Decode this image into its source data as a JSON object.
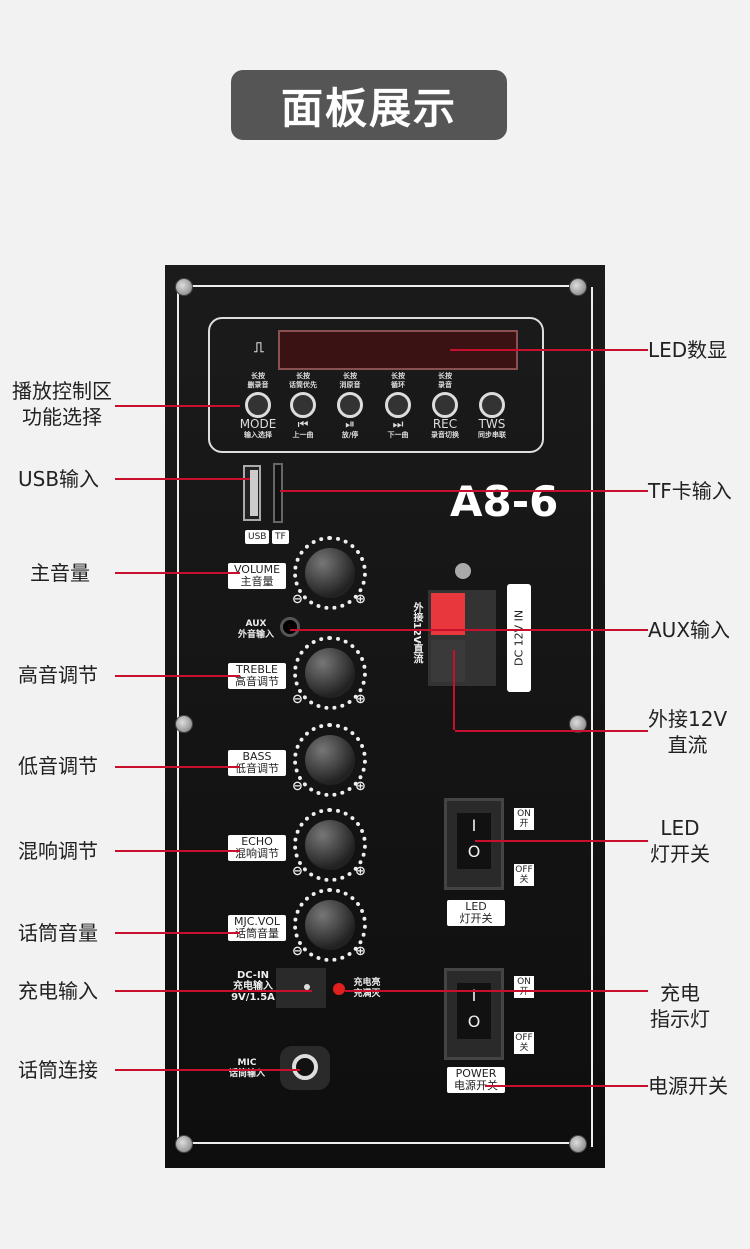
{
  "title": "面板展示",
  "model": "A8-6",
  "display_icon": "display-mode-icon",
  "buttons": [
    {
      "hold": "长按\n删录音",
      "label": "MODE",
      "sub": "输入选择"
    },
    {
      "hold": "长按\n话筒优先",
      "label": "⏮",
      "sub": "上一曲"
    },
    {
      "hold": "长按\n消原音",
      "label": "⏯",
      "sub": "放/停"
    },
    {
      "hold": "长按\n循环",
      "label": "⏭",
      "sub": "下一曲"
    },
    {
      "hold": "长按\n录音",
      "label": "REC",
      "sub": "录音切换"
    },
    {
      "hold": "",
      "label": "TWS",
      "sub": "同步串联"
    }
  ],
  "ports": {
    "usb": "USB",
    "tf": "TF",
    "aux": "AUX",
    "aux_sub": "外音输入",
    "dc_in": "DC-IN",
    "dc_sub": "充电输入",
    "dc_spec": "9V/1.5A",
    "led_on": "充电亮",
    "led_full": "充满灭",
    "mic": "MIC",
    "mic_sub": "话筒输入",
    "ext12v": "外接12V直流",
    "dc12": "DC 12V IN",
    "plus": "+",
    "minus": "−"
  },
  "knobs": [
    {
      "en": "VOLUME",
      "cn": "主音量"
    },
    {
      "en": "TREBLE",
      "cn": "高音调节"
    },
    {
      "en": "BASS",
      "cn": "低音调节"
    },
    {
      "en": "ECHO",
      "cn": "混响调节"
    },
    {
      "en": "MJC.VOL",
      "cn": "话筒音量"
    }
  ],
  "switches": [
    {
      "en": "LED",
      "cn": "灯开关",
      "on": "ON",
      "on_cn": "开",
      "off": "OFF",
      "off_cn": "关"
    },
    {
      "en": "POWER",
      "cn": "电源开关",
      "on": "ON",
      "on_cn": "开",
      "off": "OFF",
      "off_cn": "关"
    }
  ],
  "callouts": {
    "play": "播放控制区\n功能选择",
    "usb": "USB输入",
    "volume": "主音量",
    "treble": "高音调节",
    "bass": "低音调节",
    "echo": "混响调节",
    "micvol": "话筒音量",
    "charge_in": "充电输入",
    "mic": "话筒连接",
    "led_display": "LED数显",
    "tf": "TF卡输入",
    "aux": "AUX输入",
    "ext12v": "外接12V\n直流",
    "led_switch": "LED\n灯开关",
    "charge_led": "充电\n指示灯",
    "power": "电源开关"
  },
  "colors": {
    "callout_line": "#c8102e",
    "panel": "#141414",
    "title_bg": "#555555"
  }
}
